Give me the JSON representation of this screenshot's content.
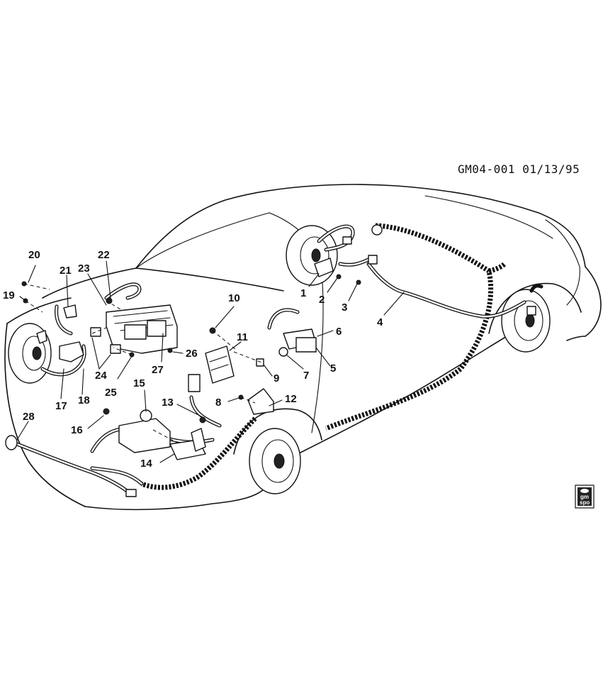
{
  "diagram": {
    "reference": "GM04-001 01/13/95",
    "callouts": [
      "1",
      "2",
      "3",
      "4",
      "5",
      "6",
      "7",
      "8",
      "9",
      "10",
      "11",
      "12",
      "13",
      "14",
      "15",
      "16",
      "17",
      "18",
      "19",
      "20",
      "21",
      "22",
      "23",
      "24",
      "25",
      "26",
      "27",
      "28"
    ],
    "logo": {
      "line1": "gm",
      "line2": "spo"
    }
  },
  "colors": {
    "line": "#111111",
    "background": "#ffffff"
  }
}
